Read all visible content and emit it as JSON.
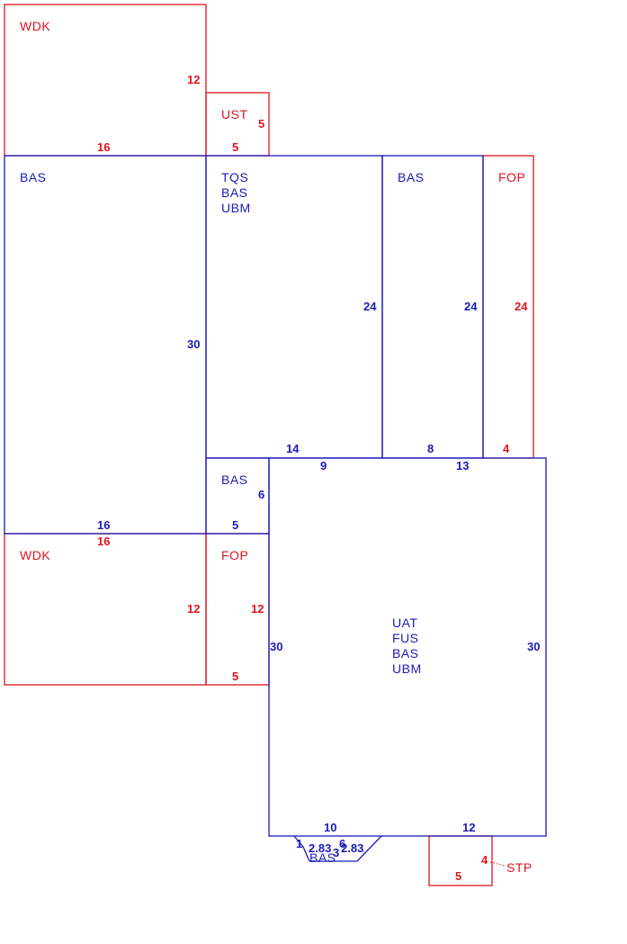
{
  "colors": {
    "red": "#e0141e",
    "blue": "#1a1ab8"
  },
  "areas": {
    "wdk_top": {
      "code": "WDK",
      "side": "12",
      "bottom": "16"
    },
    "ust": {
      "code": "UST",
      "side": "5",
      "bottom": "5"
    },
    "bas_left": {
      "code": "BAS",
      "side": "30",
      "bottom": "16"
    },
    "tqs": {
      "lines": [
        "TQS",
        "BAS",
        "UBM"
      ],
      "side": "24",
      "bottom": "14"
    },
    "bas_mid": {
      "code": "BAS",
      "side": "24",
      "bottom": "8"
    },
    "fop_top": {
      "code": "FOP",
      "side": "24",
      "bottom": "4"
    },
    "bas_small": {
      "code": "BAS",
      "side": "6",
      "bottom": "5"
    },
    "main": {
      "lines": [
        "UAT",
        "FUS",
        "BAS",
        "UBM"
      ],
      "top_left": "9",
      "top_right": "13",
      "left": "30",
      "right": "30",
      "bottom_left": "10",
      "bottom_right": "12"
    },
    "wdk_bottom": {
      "code": "WDK",
      "top": "16",
      "side": "12"
    },
    "fop_bottom": {
      "code": "FOP",
      "side": "12",
      "bottom": "5"
    },
    "bay": {
      "code": "BAS",
      "left": "1",
      "diag_left": "2.83",
      "mid_small": "3",
      "mid": "6",
      "diag_right": "2.83"
    },
    "stp": {
      "code": "STP",
      "side": "4",
      "bottom": "5"
    }
  }
}
